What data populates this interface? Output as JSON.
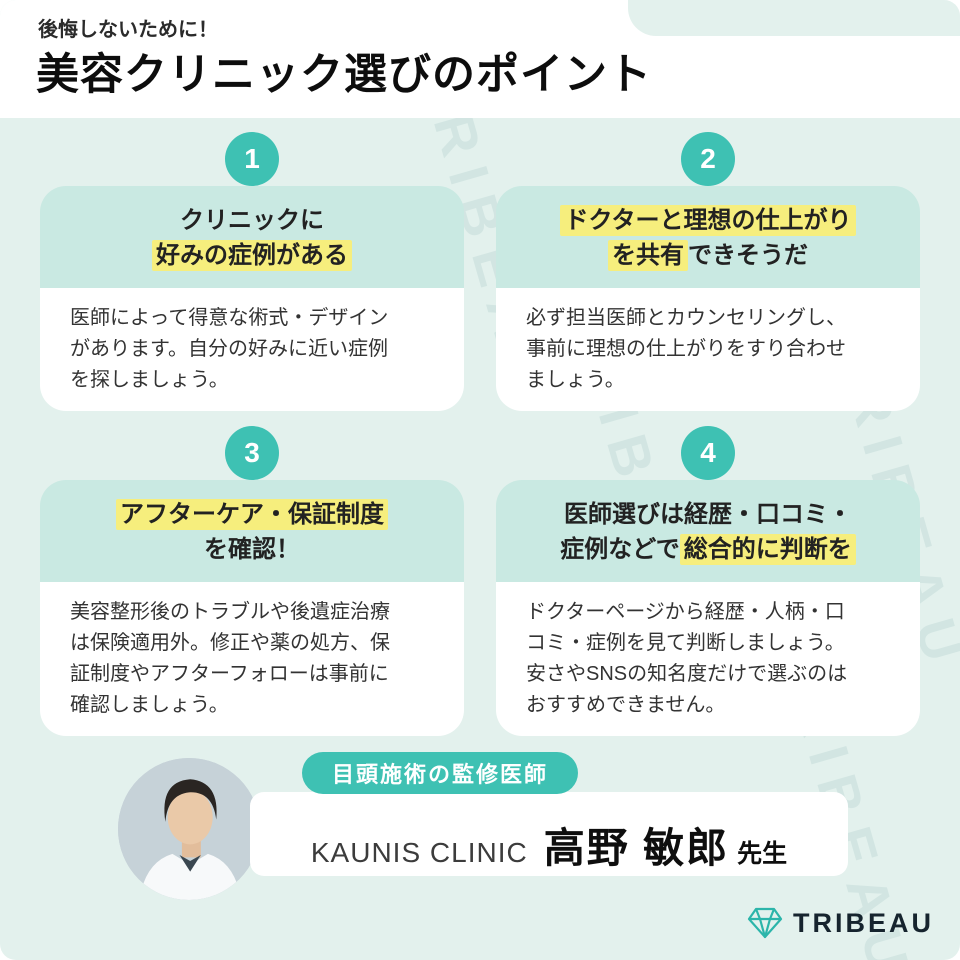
{
  "header": {
    "tagline": "後悔しないために！",
    "title": "美容クリニック選びのポイント"
  },
  "cards": [
    {
      "number": "1",
      "title_lines": [
        [
          {
            "text": "クリニックに",
            "highlight": false
          }
        ],
        [
          {
            "text": "好みの症例がある",
            "highlight": true
          }
        ]
      ],
      "body_lines": [
        "医師によって得意な術式・デザイン",
        "があります。自分の好みに近い症例",
        "を探しましょう。"
      ]
    },
    {
      "number": "2",
      "title_lines": [
        [
          {
            "text": "ドクターと理想の仕上がり",
            "highlight": true
          }
        ],
        [
          {
            "text": "を共有",
            "highlight": true
          },
          {
            "text": "できそうだ",
            "highlight": false
          }
        ]
      ],
      "body_lines": [
        "必ず担当医師とカウンセリングし、",
        "事前に理想の仕上がりをすり合わせ",
        "ましょう。"
      ]
    },
    {
      "number": "3",
      "title_lines": [
        [
          {
            "text": "アフターケア・保証制度",
            "highlight": true
          }
        ],
        [
          {
            "text": "を確認！",
            "highlight": false
          }
        ]
      ],
      "body_lines": [
        "美容整形後のトラブルや後遺症治療",
        "は保険適用外。修正や薬の処方、保",
        "証制度やアフターフォローは事前に",
        "確認しましょう。"
      ]
    },
    {
      "number": "4",
      "title_lines": [
        [
          {
            "text": "医師選びは経歴・口コミ・",
            "highlight": false
          }
        ],
        [
          {
            "text": "症例などで",
            "highlight": false
          },
          {
            "text": "総合的に判断を",
            "highlight": true
          }
        ]
      ],
      "body_lines": [
        "ドクターページから経歴・人柄・口",
        "コミ・症例を見て判断しましょう。",
        "安さやSNSの知名度だけで選ぶのは",
        "おすすめできません。"
      ]
    }
  ],
  "doctor": {
    "badge": "目頭施術の監修医師",
    "clinic": "KAUNIS CLINIC",
    "name": "高野 敏郎",
    "honorific": "先生"
  },
  "logo": {
    "text": "TRIBEAU"
  },
  "watermark": "TRIBEAU",
  "colors": {
    "teal": "#3ec1b3",
    "mint": "#e3f1ed",
    "mint_deep": "#c9e9e2",
    "yellow": "#f6ee7d",
    "logo_ink": "#16242e"
  }
}
